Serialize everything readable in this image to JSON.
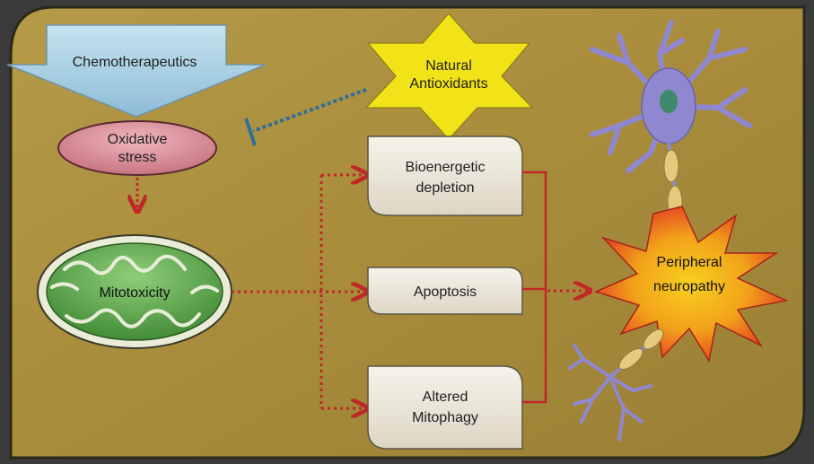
{
  "diagram": {
    "nodes": {
      "chemotherapeutics": "Chemotherapeutics",
      "natural_antioxidants": [
        "Natural",
        "Antioxidants"
      ],
      "oxidative_stress": [
        "Oxidative",
        "stress"
      ],
      "mitotoxicity": "Mitotoxicity",
      "bioenergetic_depletion": [
        "Bioenergetic",
        "depletion"
      ],
      "apoptosis": "Apoptosis",
      "altered_mitophagy": [
        "Altered",
        "Mitophagy"
      ],
      "peripheral_neuropathy": [
        "Peripheral",
        "neuropathy"
      ]
    },
    "edges": [
      {
        "from": "chemotherapeutics",
        "to": "oxidative_stress",
        "type": "arrow"
      },
      {
        "from": "natural_antioxidants",
        "to": "oxidative_stress",
        "type": "inhibition"
      },
      {
        "from": "oxidative_stress",
        "to": "mitotoxicity",
        "type": "dotted-arrow"
      },
      {
        "from": "mitotoxicity",
        "to": "bioenergetic_depletion",
        "type": "dotted-arrow"
      },
      {
        "from": "mitotoxicity",
        "to": "apoptosis",
        "type": "dotted-arrow"
      },
      {
        "from": "mitotoxicity",
        "to": "altered_mitophagy",
        "type": "dotted-arrow"
      },
      {
        "from": "bioenergetic_depletion",
        "to": "peripheral_neuropathy",
        "type": "bracket-arrow"
      },
      {
        "from": "apoptosis",
        "to": "peripheral_neuropathy",
        "type": "bracket-arrow"
      },
      {
        "from": "altered_mitophagy",
        "to": "peripheral_neuropathy",
        "type": "bracket-arrow"
      }
    ],
    "colors": {
      "panel": "#a88e3e",
      "panel_border": "#2a2a1a",
      "chemo_arrow": "#a9cde0",
      "star": "#f2e318",
      "oxidative": "#d98a96",
      "mitochondrion": "#4f9c42",
      "box": "#ede9dd",
      "dotted": "#c02828",
      "inhibitor": "#2f6f99",
      "burst_outer": "#e03a22",
      "burst_inner": "#f6c21c",
      "neuron": "#8f88d0",
      "nucleus": "#3f8a6a",
      "axon": "#e6c97a"
    }
  }
}
